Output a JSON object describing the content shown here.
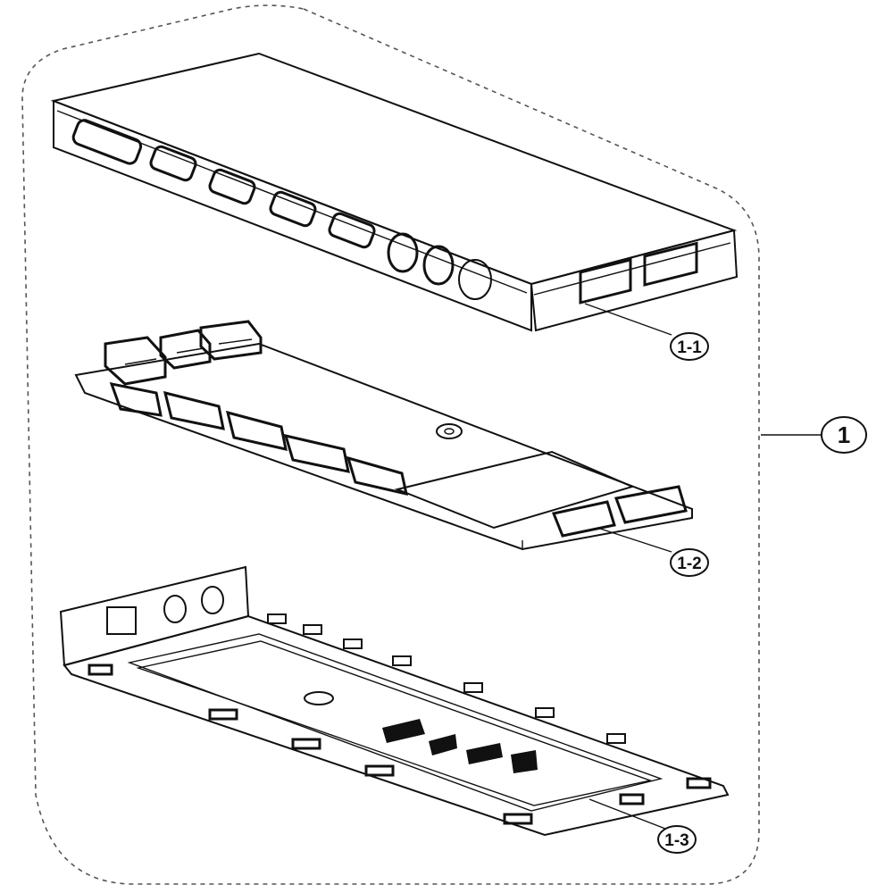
{
  "callouts": {
    "assembly": "1",
    "top_cover": "1-1",
    "pcb": "1-2",
    "bottom_frame": "1-3"
  },
  "colors": {
    "ink": "#111111",
    "background": "#ffffff",
    "boundary": "#555555"
  }
}
